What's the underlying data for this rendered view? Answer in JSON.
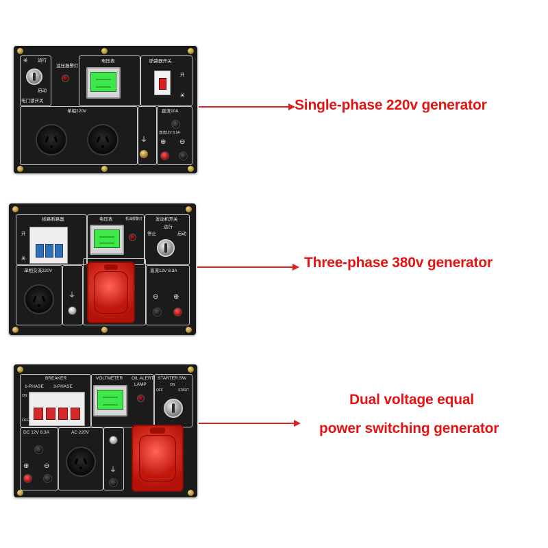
{
  "captions": {
    "single_phase": "Single-phase 220v generator",
    "three_phase": "Three-phase 380v generator",
    "dual_line1": "Dual voltage equal",
    "dual_line2": "power switching generator"
  },
  "panel_single": {
    "voltmeter_label": "电压表",
    "oil_alert_label": "油压报警灯",
    "breaker_label": "断路器开关",
    "on_label": "开",
    "off_label": "关",
    "ac_label": "单相220V",
    "dc_label": "直流10A",
    "dc_spec": "直流12V 8.3A",
    "key_run": "运行",
    "key_start": "启动",
    "key_off": "关",
    "key_caption": "电门锁开关"
  },
  "panel_three": {
    "breaker_label": "线路断路器",
    "voltmeter_label": "电压表",
    "oil_alert_label": "机油报警灯",
    "starter_label": "发动机开关",
    "key_stop": "停止",
    "key_run": "运行",
    "key_start": "启动",
    "on_label": "开",
    "off_label": "关",
    "ac_label": "单相交流220V",
    "dc_label": "直流12V 8.3A"
  },
  "panel_dual": {
    "breaker_label": "BREAKER",
    "one_phase": "1-PHASE",
    "three_phase": "3-PHASE",
    "voltmeter_label": "VOLTMETER",
    "oil_alert_label": "OIL ALERT",
    "lamp_label": "LAMP",
    "starter_label": "STARTER SW",
    "sw_off": "OFF",
    "sw_on": "ON",
    "sw_start": "START",
    "on_label": "ON",
    "off_label": "OFF",
    "dc_label": "DC 12V 8.3A",
    "ac_label": "AC 220V"
  },
  "colors": {
    "caption": "#e31414",
    "arrow": "#e02020",
    "panel": "#1b1b1b"
  }
}
